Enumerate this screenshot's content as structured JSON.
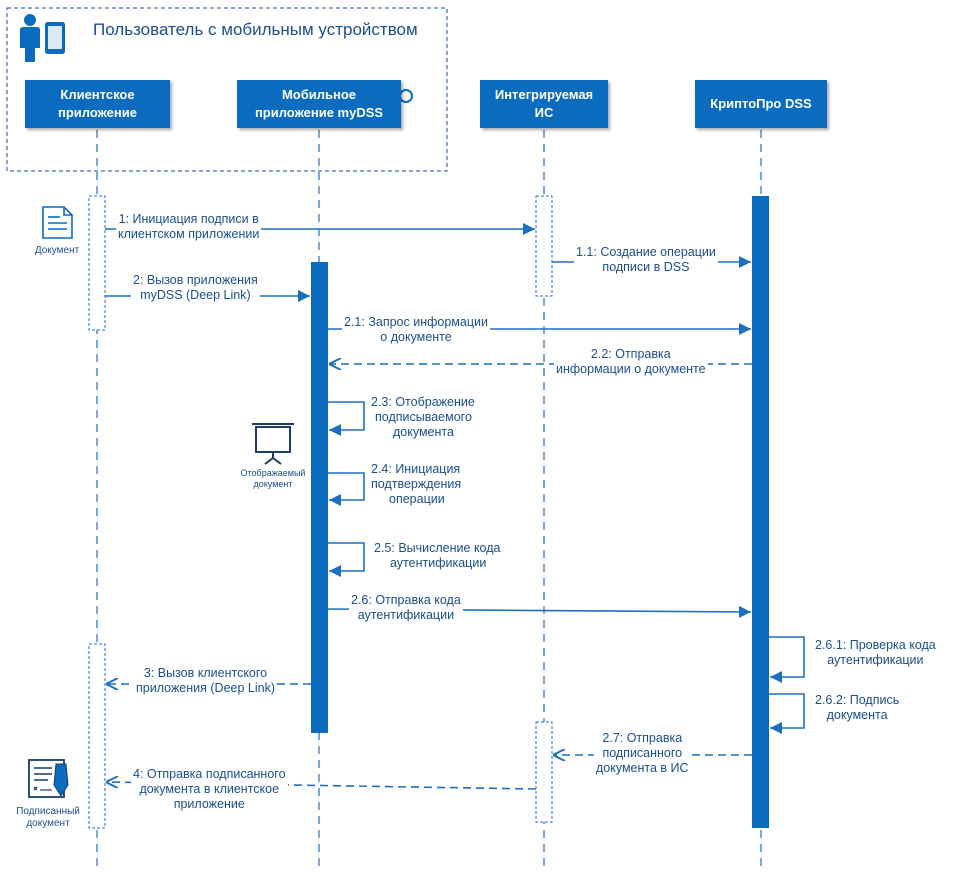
{
  "participant_group": {
    "title": "Пользователь с мобильным устройством"
  },
  "lifelines": [
    {
      "label": "Клиентское\nприложение"
    },
    {
      "label": "Мобильное\nприложение myDSS"
    },
    {
      "label": "Интегрируемая\nИС"
    },
    {
      "label": "КриптоПро  DSS"
    }
  ],
  "artifacts": {
    "document": "Документ",
    "displayed_document": "Отображаемый\nдокумент",
    "signed_document": "Подписанный\nдокумент"
  },
  "messages": [
    {
      "id": "m1",
      "lines": [
        "1: Инициация подписи в",
        "клиентском приложении"
      ],
      "style": "sync"
    },
    {
      "id": "m11",
      "lines": [
        "1.1: Создание операции",
        "подписи в DSS"
      ],
      "style": "sync"
    },
    {
      "id": "m2",
      "lines": [
        "2: Вызов приложения",
        "myDSS (Deep Link)"
      ],
      "style": "sync"
    },
    {
      "id": "m21",
      "lines": [
        "2.1: Запрос информации",
        "о документе"
      ],
      "style": "sync"
    },
    {
      "id": "m22",
      "lines": [
        "2.2: Отправка",
        "информации о документе"
      ],
      "style": "reply"
    },
    {
      "id": "m23",
      "lines": [
        "2.3: Отображение",
        "подписываемого",
        "документа"
      ],
      "style": "self"
    },
    {
      "id": "m24",
      "lines": [
        "2.4: Инициация",
        "подтверждения",
        "операции"
      ],
      "style": "self"
    },
    {
      "id": "m25",
      "lines": [
        "2.5: Вычисление кода",
        "аутентификации"
      ],
      "style": "self"
    },
    {
      "id": "m26",
      "lines": [
        "2.6: Отправка кода",
        "аутентификации"
      ],
      "style": "sync"
    },
    {
      "id": "m261",
      "lines": [
        "2.6.1: Проверка кода",
        "аутентификации"
      ],
      "style": "self"
    },
    {
      "id": "m262",
      "lines": [
        "2.6.2: Подпись",
        "документа"
      ],
      "style": "self"
    },
    {
      "id": "m3",
      "lines": [
        "3: Вызов клиентского",
        "приложения (Deep Link)"
      ],
      "style": "reply"
    },
    {
      "id": "m27",
      "lines": [
        "2.7: Отправка",
        "подписанного",
        "документа в ИС"
      ],
      "style": "reply"
    },
    {
      "id": "m4",
      "lines": [
        "4: Отправка подписанного",
        "документа в клиентское",
        "приложение"
      ],
      "style": "reply"
    }
  ],
  "colors": {
    "accent": "#0b6bbf",
    "line": "#1f6fbf",
    "text": "#1a4f8a"
  }
}
